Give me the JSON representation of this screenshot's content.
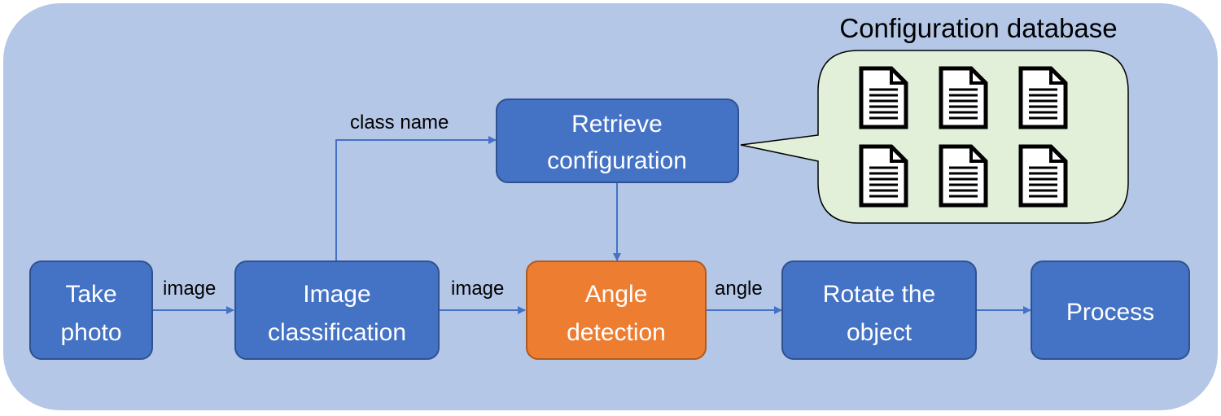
{
  "nodes": {
    "take_photo": {
      "line1": "Take",
      "line2": "photo"
    },
    "image_classification": {
      "line1": "Image",
      "line2": "classification"
    },
    "angle_detection": {
      "line1": "Angle",
      "line2": "detection"
    },
    "rotate_object": {
      "line1": "Rotate the",
      "line2": "object"
    },
    "process": {
      "label": "Process"
    },
    "retrieve_configuration": {
      "line1": "Retrieve",
      "line2": "configuration"
    }
  },
  "edges": {
    "take_to_classify": "image",
    "classify_to_angle": "image",
    "angle_to_rotate": "angle",
    "classify_to_retrieve": "class name"
  },
  "database": {
    "title": "Configuration database",
    "document_icon": "document-icon",
    "document_count": 6
  },
  "colors": {
    "panel": "#b4c7e7",
    "node": "#4472c4",
    "highlight_node": "#ed7d31",
    "callout": "#e2f0d9",
    "arrow": "#4472c4"
  }
}
